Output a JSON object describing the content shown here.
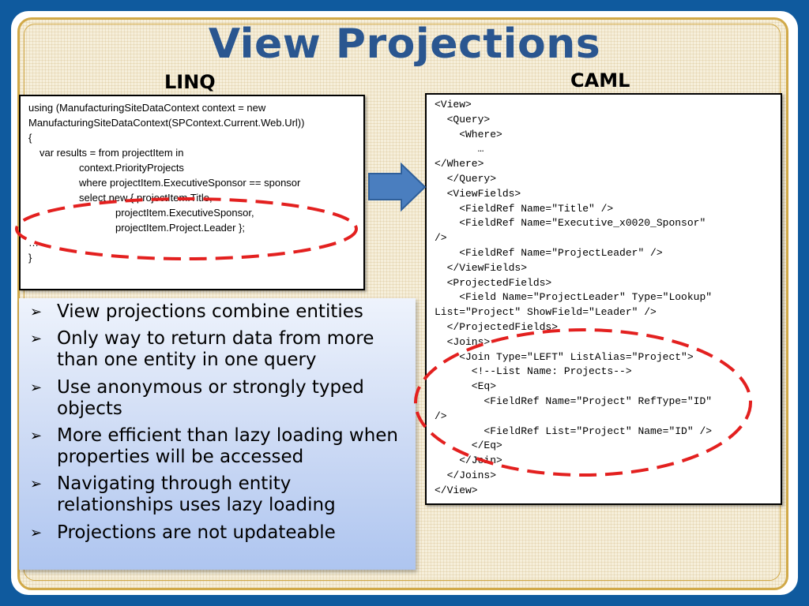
{
  "slide": {
    "title": "View Projections",
    "linq_label": "LINQ",
    "caml_label": "CAML"
  },
  "linq_code": [
    "using (ManufacturingSiteDataContext context = new",
    "ManufacturingSiteDataContext(SPContext.Current.Web.Url))",
    "{",
    "var results = from projectItem in",
    "context.PriorityProjects",
    "where projectItem.ExecutiveSponsor == sponsor",
    "select new { projectItem.Title,",
    "projectItem.ExecutiveSponsor,",
    "projectItem.Project.Leader };",
    "…",
    "}"
  ],
  "caml_code": [
    "<View>",
    "  <Query>",
    "    <Where>",
    "       …",
    "</Where>",
    "  </Query>",
    "  <ViewFields>",
    "    <FieldRef Name=\"Title\" />",
    "    <FieldRef Name=\"Executive_x0020_Sponsor\"",
    "/>",
    "    <FieldRef Name=\"ProjectLeader\" />",
    "  </ViewFields>",
    "  <ProjectedFields>",
    "    <Field Name=\"ProjectLeader\" Type=\"Lookup\"",
    "List=\"Project\" ShowField=\"Leader\" />",
    "  </ProjectedFields>",
    "  <Joins>",
    "    <Join Type=\"LEFT\" ListAlias=\"Project\">",
    "      <!--List Name: Projects-->",
    "      <Eq>",
    "        <FieldRef Name=\"Project\" RefType=\"ID\"",
    "/>",
    "        <FieldRef List=\"Project\" Name=\"ID\" />",
    "      </Eq>",
    "    </Join>",
    "  </Joins>",
    "</View>"
  ],
  "bullets": [
    "View projections combine entities",
    "Only way to return data from more than one entity in one query",
    "Use anonymous or strongly typed objects",
    "More efficient than lazy loading when properties will be accessed",
    "Navigating through entity relationships uses lazy loading",
    "Projections are not updateable"
  ],
  "colors": {
    "background": "#0f5a9e",
    "title": "#2a5690",
    "gold_border": "#d1a948",
    "highlight_ellipse": "#e3201f",
    "arrow": "#4a7ebf"
  },
  "icons": {
    "bullet": "arrow-bullet-icon",
    "connector": "right-arrow-icon"
  }
}
